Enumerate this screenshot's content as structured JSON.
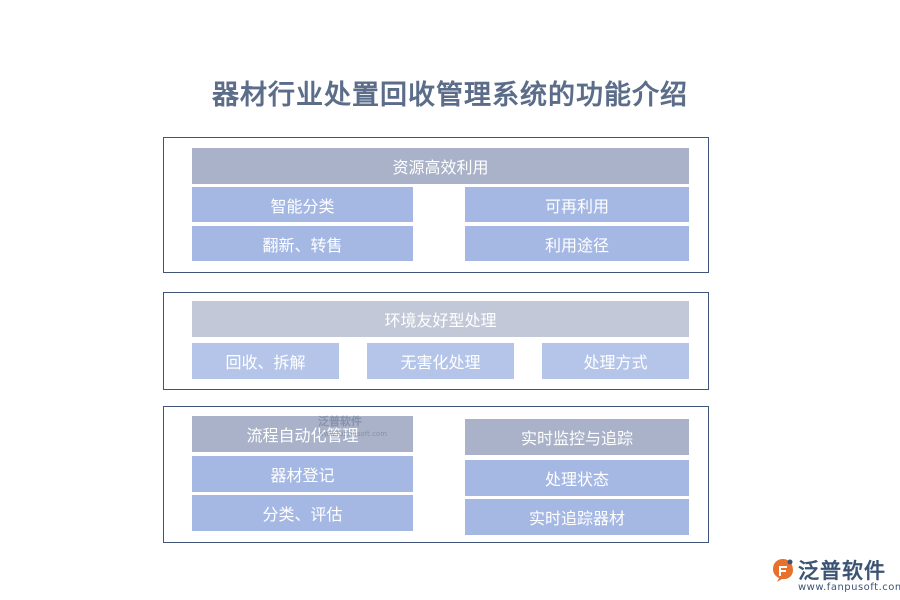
{
  "title": "器材行业处置回收管理系统的功能介绍",
  "panels": [
    {
      "header": "资源高效利用",
      "items": [
        "智能分类",
        "可再利用",
        "翻新、转售",
        "利用途径"
      ]
    },
    {
      "header": "环境友好型处理",
      "items": [
        "回收、拆解",
        "无害化处理",
        "处理方式"
      ]
    },
    {
      "columns": [
        {
          "header": "流程自动化管理",
          "items": [
            "器材登记",
            "分类、评估"
          ]
        },
        {
          "header": "实时监控与追踪",
          "items": [
            "处理状态",
            "实时追踪器材"
          ]
        }
      ]
    }
  ],
  "watermark": {
    "name": "泛普软件",
    "url": "www.fanpusoft.com"
  },
  "logo": {
    "name": "泛普软件",
    "url": "www.fanpusoft.com",
    "icon": "fanpu-logo-icon"
  },
  "colors": {
    "title": "#5c6d8a",
    "border": "#3f5478",
    "header_grey": "#a9b2c8",
    "header_light": "#c2c8d8",
    "item_blue": "#a5b8e4",
    "item_light": "#b5c5ea"
  }
}
